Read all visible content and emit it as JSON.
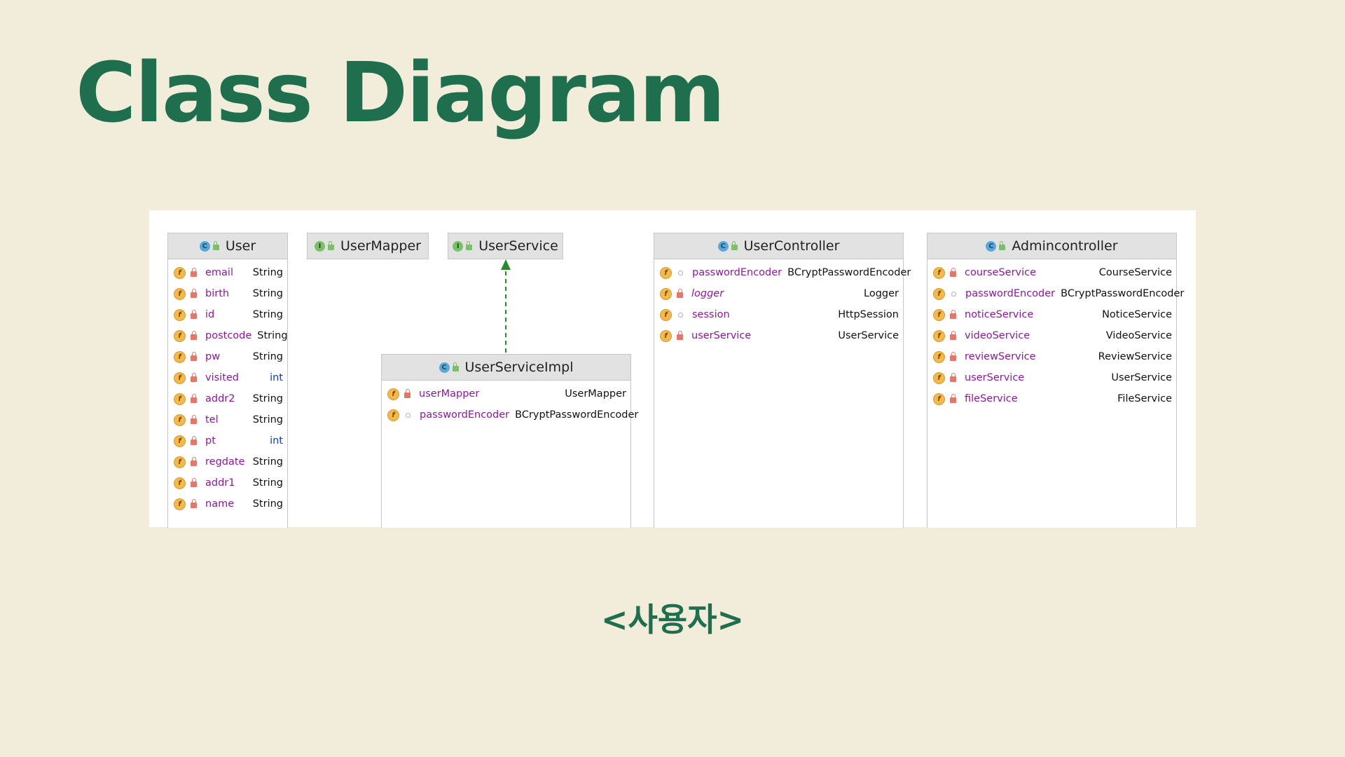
{
  "slide": {
    "title": "Class Diagram",
    "subtitle": "<사용자>"
  },
  "colors": {
    "background": "#f2ecdb",
    "title": "#1f6e4e",
    "field_name": "#8b1a9a",
    "primitive_type": "#0b3ea8",
    "arrow": "#2b8a2b"
  },
  "diagram": {
    "classes": [
      {
        "kind": "C",
        "name": "User",
        "fields": [
          {
            "name": "email",
            "type": "String"
          },
          {
            "name": "birth",
            "type": "String"
          },
          {
            "name": "id",
            "type": "String"
          },
          {
            "name": "postcode",
            "type": "String"
          },
          {
            "name": "pw",
            "type": "String"
          },
          {
            "name": "visited",
            "type": "int"
          },
          {
            "name": "addr2",
            "type": "String"
          },
          {
            "name": "tel",
            "type": "String"
          },
          {
            "name": "pt",
            "type": "int"
          },
          {
            "name": "regdate",
            "type": "String"
          },
          {
            "name": "addr1",
            "type": "String"
          },
          {
            "name": "name",
            "type": "String"
          }
        ]
      },
      {
        "kind": "I",
        "name": "UserMapper",
        "fields": []
      },
      {
        "kind": "I",
        "name": "UserService",
        "fields": []
      },
      {
        "kind": "C",
        "name": "UserServiceImpl",
        "fields": [
          {
            "name": "userMapper",
            "type": "UserMapper"
          },
          {
            "name": "passwordEncoder",
            "type": "BCryptPasswordEncoder"
          }
        ]
      },
      {
        "kind": "C",
        "name": "UserController",
        "fields": [
          {
            "name": "passwordEncoder",
            "type": "BCryptPasswordEncoder"
          },
          {
            "name": "logger",
            "type": "Logger"
          },
          {
            "name": "session",
            "type": "HttpSession"
          },
          {
            "name": "userService",
            "type": "UserService"
          }
        ]
      },
      {
        "kind": "C",
        "name": "Admincontroller",
        "fields": [
          {
            "name": "courseService",
            "type": "CourseService"
          },
          {
            "name": "passwordEncoder",
            "type": "BCryptPasswordEncoder"
          },
          {
            "name": "noticeService",
            "type": "NoticeService"
          },
          {
            "name": "videoService",
            "type": "VideoService"
          },
          {
            "name": "reviewService",
            "type": "ReviewService"
          },
          {
            "name": "userService",
            "type": "UserService"
          },
          {
            "name": "fileService",
            "type": "FileService"
          }
        ]
      }
    ],
    "relations": [
      {
        "type": "realization",
        "from": "UserServiceImpl",
        "to": "UserService"
      }
    ]
  }
}
